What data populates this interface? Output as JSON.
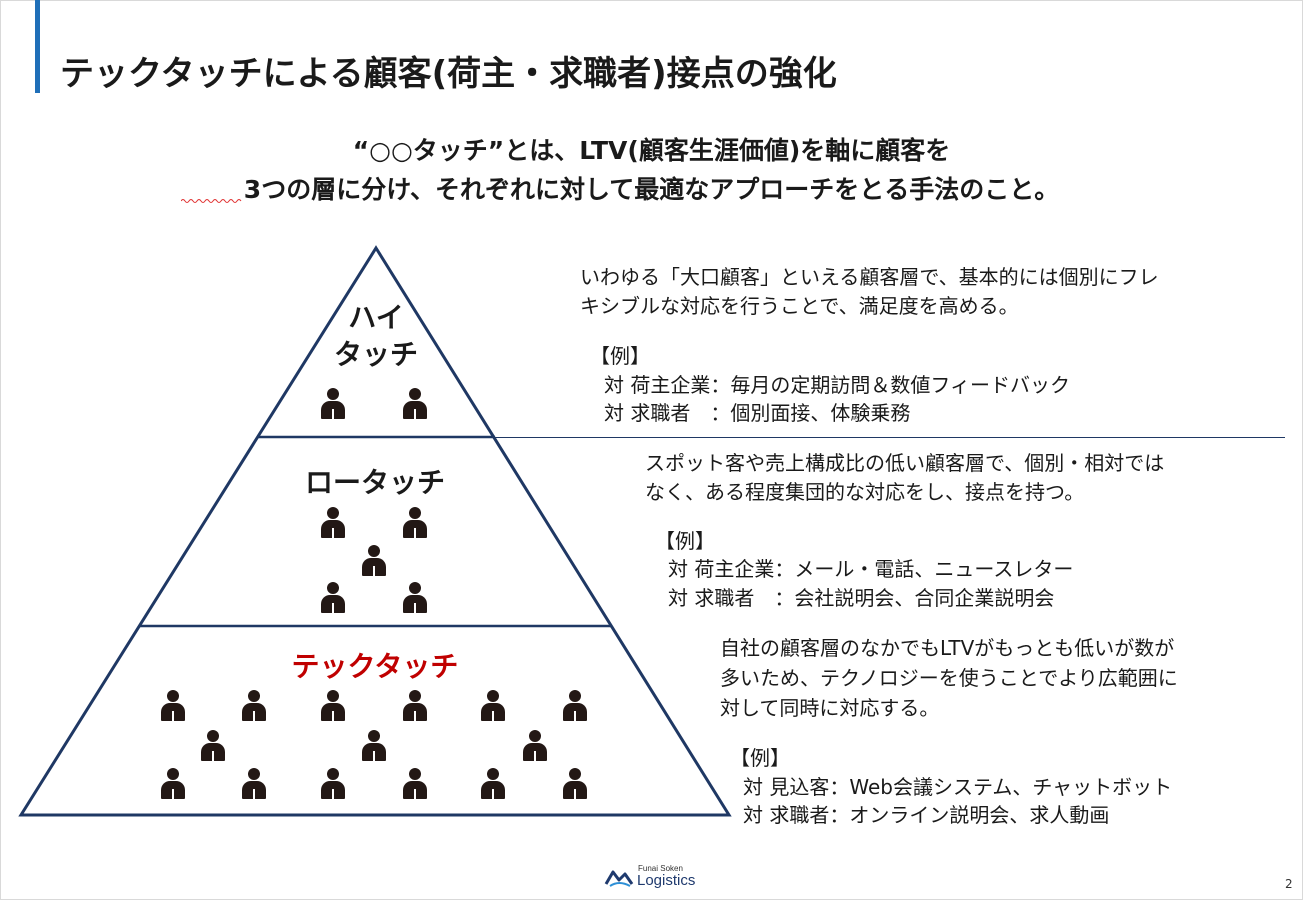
{
  "title": "テックタッチによる顧客(荷主・求職者)接点の強化",
  "subtitle": {
    "line1": "“○○タッチ”とは、LTV(顧客生涯価値)を軸に顧客を",
    "line2": "3つの層に分け、それぞれに対して最適なアプローチをとる手法のこと。"
  },
  "tiers": {
    "high": {
      "label_line1": "ハイ",
      "label_line2": "タッチ",
      "desc_line1": "いわゆる「大口顧客」といえる顧客層で、基本的には個別にフレ",
      "desc_line2": "キシブルな対応を行うことで、満足度を高める。",
      "example_head": "【例】",
      "example_1": "対 荷主企業：毎月の定期訪問＆数値フィードバック",
      "example_2": "対 求職者　：個別面接、体験乗務"
    },
    "low": {
      "label": "ロータッチ",
      "desc_line1": "スポット客や売上構成比の低い顧客層で、個別・相対では",
      "desc_line2": "なく、ある程度集団的な対応をし、接点を持つ。",
      "example_head": "【例】",
      "example_1": "対 荷主企業：メール・電話、ニュースレター",
      "example_2": "対 求職者　：会社説明会、合同企業説明会"
    },
    "tech": {
      "label": "テックタッチ",
      "desc_line1": "自社の顧客層のなかでもLTVがもっとも低いが数が",
      "desc_line2": "多いため、テクノロジーを使うことでより広範囲に",
      "desc_line3": "対して同時に対応する。",
      "example_head": "【例】",
      "example_1": "対 見込客：Web会議システム、チャットボット",
      "example_2": "対 求職者：オンライン説明会、求人動画"
    }
  },
  "logo": {
    "small": "Funai Soken",
    "big": "Logistics"
  },
  "page_number": "2",
  "colors": {
    "accent": "#1f6fb8",
    "pyramid_line": "#1f3864",
    "highlight": "#c00000",
    "person_icon": "#231815"
  }
}
